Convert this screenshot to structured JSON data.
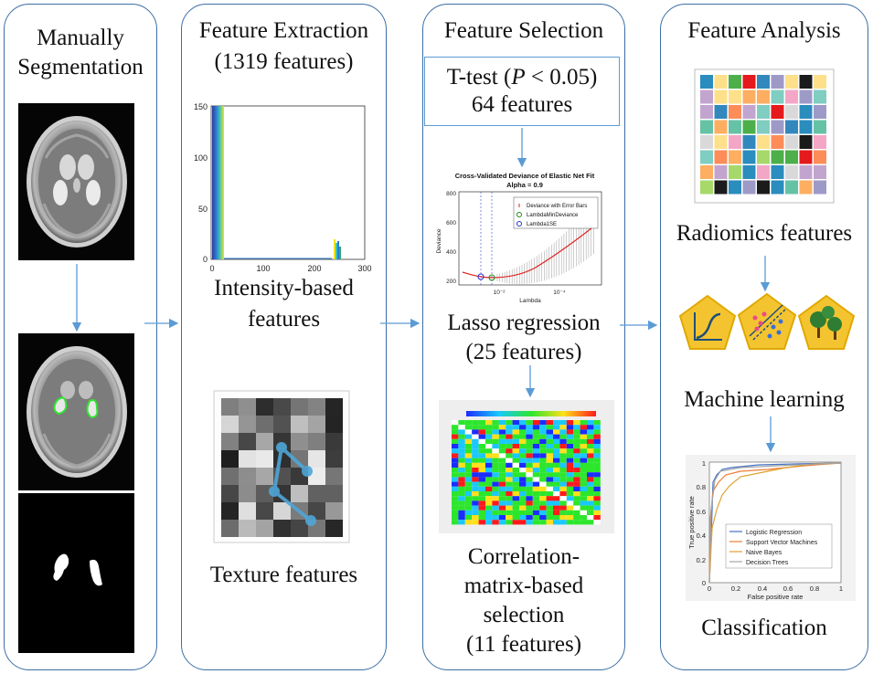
{
  "panels": {
    "segmentation": {
      "title_line1": "Manually",
      "title_line2": "Segmentation"
    },
    "extraction": {
      "title_line1": "Feature Extraction",
      "title_line2": "(1319 features)",
      "intensity_label_line1": "Intensity-based",
      "intensity_label_line2": "features",
      "texture_label": "Texture features",
      "histogram": {
        "y_ticks": [
          "150",
          "100",
          "50",
          "0"
        ],
        "x_ticks": [
          "0",
          "100",
          "200",
          "300"
        ]
      }
    },
    "selection": {
      "title": "Feature Selection",
      "ttest_line1_prefix": "T-test (",
      "ttest_p": "P",
      "ttest_line1_suffix": " < 0.05)",
      "ttest_line2": "64 features",
      "lasso_line1": "Lasso regression",
      "lasso_line2": "(25 features)",
      "corr_line1": "Correlation-",
      "corr_line2": "matrix-based",
      "corr_line3": "selection",
      "corr_line4": "(11 features)",
      "cv_plot": {
        "title_line1": "Cross-Validated Deviance of Elastic Net Fit",
        "title_line2": "Alpha = 0.9",
        "y_label": "Deviance",
        "x_label": "Lambda",
        "y_ticks": [
          "800",
          "600",
          "400",
          "200"
        ],
        "x_ticks": [
          "10⁻²",
          "10⁻⁴"
        ],
        "legend": [
          "Deviance with Error Bars",
          "LambdaMinDeviance",
          "Lambda1SE"
        ]
      }
    },
    "analysis": {
      "title": "Feature Analysis",
      "radiomics_label": "Radiomics features",
      "ml_label": "Machine learning",
      "classification_label": "Classification",
      "roc": {
        "y_label": "True positive rate",
        "x_label": "False positive rate",
        "y_ticks": [
          "1",
          "0.8",
          "0.6",
          "0.4",
          "0.2",
          "0"
        ],
        "x_ticks": [
          "0",
          "0.2",
          "0.4",
          "0.6",
          "0.8",
          "1"
        ],
        "legend": [
          "Logistic Regression",
          "Support Vector Machines",
          "Naive Bayes",
          "Decision Trees"
        ]
      }
    }
  },
  "colors": {
    "panel_border": "#3b6ea5",
    "arrow": "#5b9bd5",
    "ml_icon_fill": "#f4c430",
    "roc_logistic": "#4472c4",
    "roc_svm": "#ed7d31",
    "roc_bayes": "#e0a030",
    "roc_trees": "#a5a5a5"
  }
}
